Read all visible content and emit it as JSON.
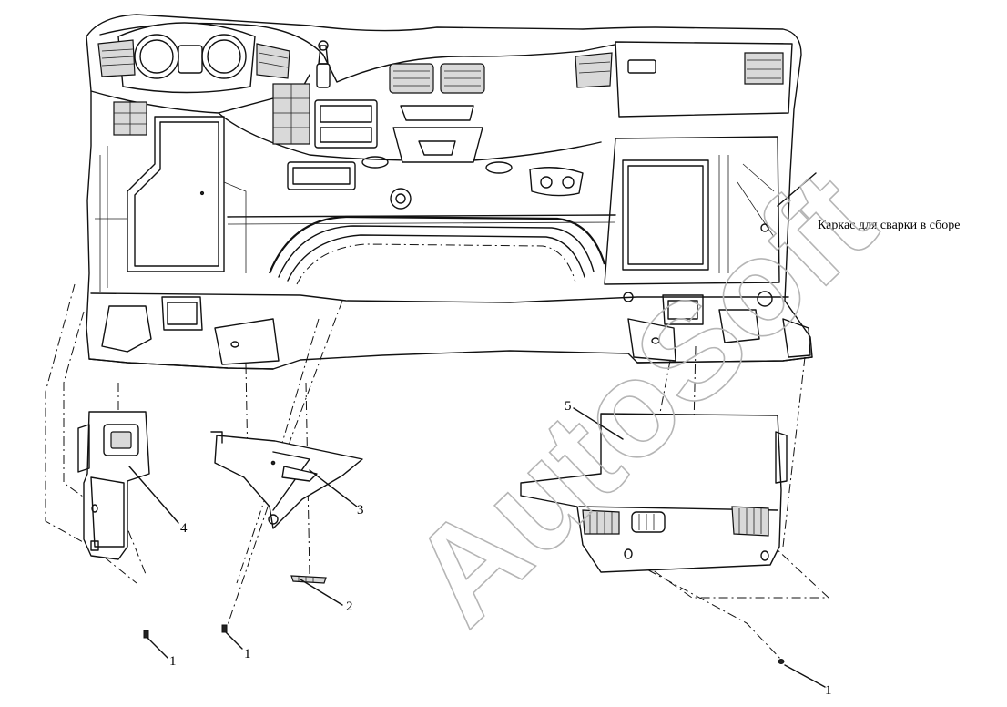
{
  "labels": {
    "part_1_a": "1",
    "part_1_b": "1",
    "part_1_c": "1",
    "part_2": "2",
    "part_3": "3",
    "part_4": "4",
    "part_5": "5"
  },
  "annotation": "Каркас для сварки в сборе",
  "watermark": "AutoSoft"
}
